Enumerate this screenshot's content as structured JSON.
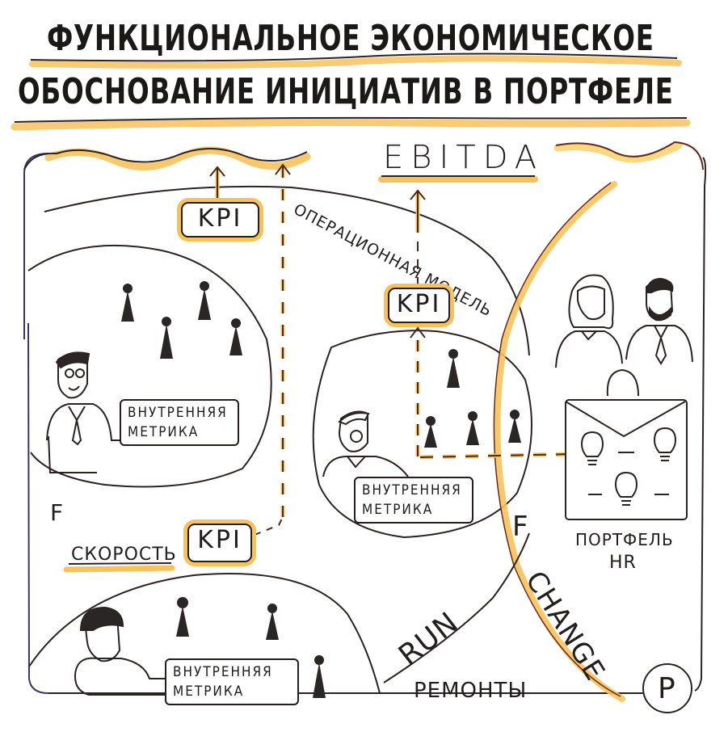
{
  "title": {
    "line1": "ФУНКЦИОНАЛЬНОЕ ЭКОНОМИЧЕСКОЕ",
    "line2": "ОБОСНОВАНИЕ ИНИЦИАТИВ В ПОРТФЕЛЕ"
  },
  "top": {
    "ebitda_label": "EBITDA",
    "operating_model_label": "ОПЕРАЦИОННАЯ МОДЕЛЬ"
  },
  "kpi_boxes": [
    {
      "label": "KPI"
    },
    {
      "label": "KPI"
    },
    {
      "label": "KPI"
    }
  ],
  "metric_boxes": [
    {
      "line1": "ВНУТРЕННЯЯ",
      "line2": "МЕТРИКА"
    },
    {
      "line1": "ВНУТРЕННЯЯ",
      "line2": "МЕТРИКА"
    },
    {
      "line1": "ВНУТРЕННЯЯ",
      "line2": "МЕТРИКА"
    }
  ],
  "labels": {
    "f_left": "F",
    "f_right": "F",
    "speed": "СКОРОСТЬ",
    "run": "RUN",
    "change": "CHANGE",
    "repairs": "РЕМОНТЫ",
    "p_badge": "P",
    "portfolio_line1": "ПОРТФЕЛЬ",
    "portfolio_line2": "HR"
  },
  "colors": {
    "ink": "#221e1e",
    "highlight": "#f7c25c",
    "highlight_light": "#fbd77f",
    "paper": "#ffffff"
  }
}
